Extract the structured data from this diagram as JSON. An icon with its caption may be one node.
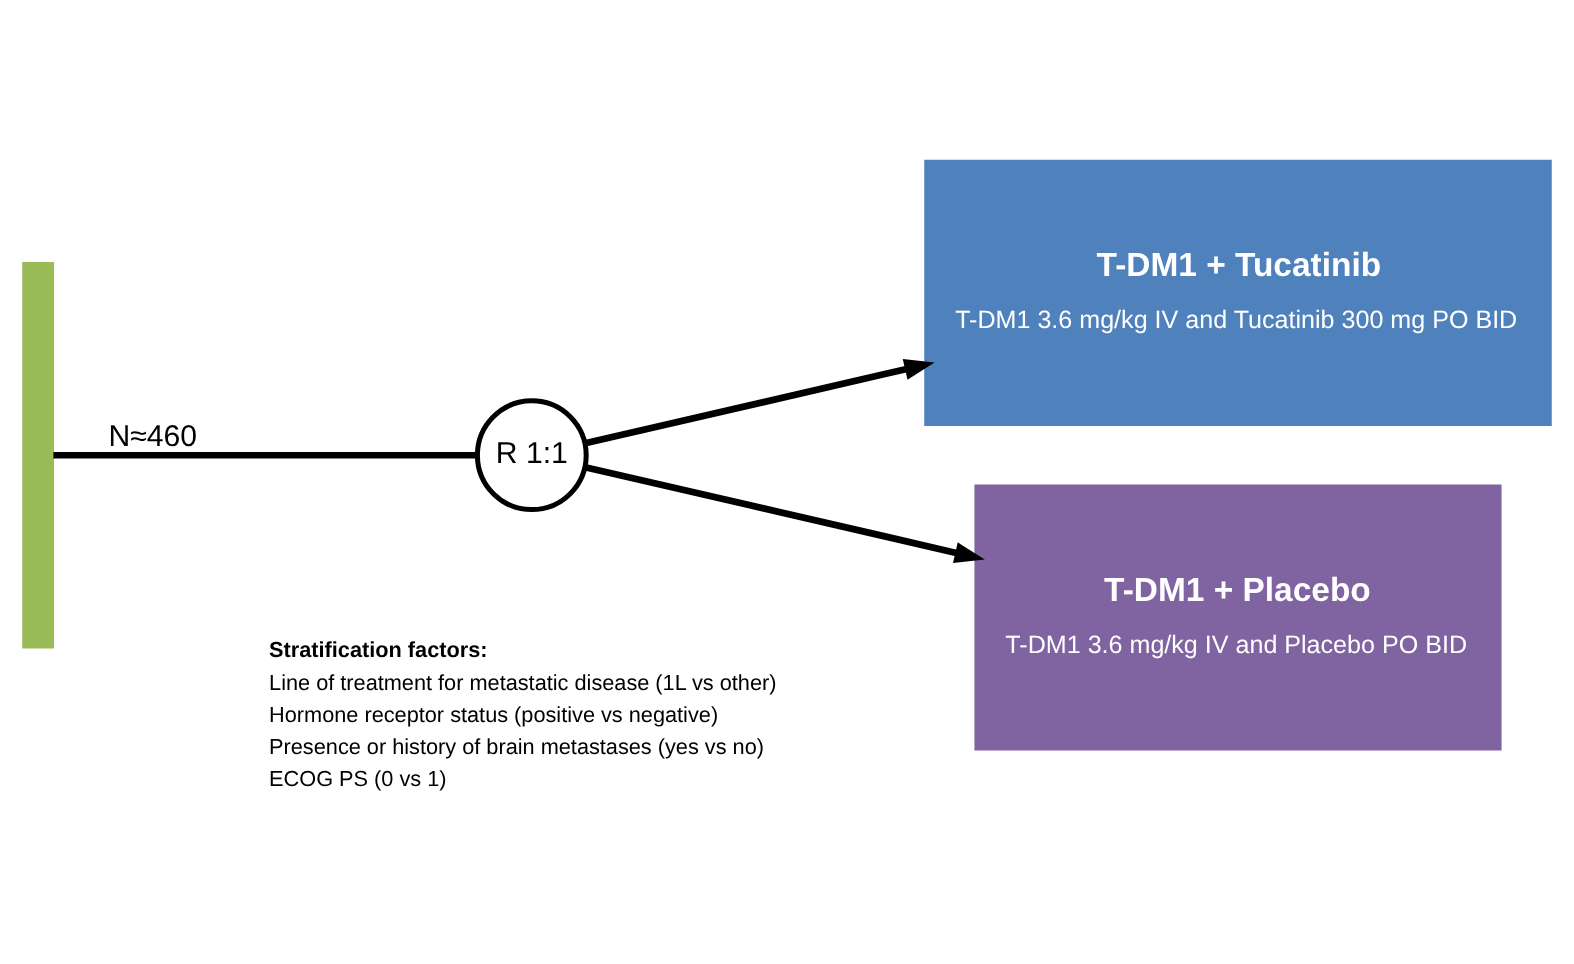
{
  "diagram": {
    "nodes": [
      {
        "text": [],
        "shape": "bar"
      },
      {
        "text": [
          "R 1:1"
        ]
      },
      {
        "text": [
          "T-DM1 + Tucatinib",
          "T-DM1 3.6 mg/kg IV and Tucatinib 300 mg PO BID"
        ]
      },
      {
        "text": [
          "T-DM1 + Placebo",
          "T-DM1 3.6 mg/kg IV and Placebo PO BID"
        ]
      }
    ],
    "edges": [
      {
        "from": 0,
        "to": 1,
        "arrow": "none",
        "label": "N≈460"
      },
      {
        "from": 1,
        "to": 2,
        "arrow": "to"
      },
      {
        "from": 1,
        "to": 3,
        "arrow": "to"
      }
    ],
    "labels": [
      "Stratification factors:",
      "Line of treatment for metastatic disease (1L vs other)",
      "Hormone receptor status (positive vs negative)",
      "Presence or history of brain metastases (yes vs no)",
      "ECOG PS (0 vs 1)"
    ]
  }
}
